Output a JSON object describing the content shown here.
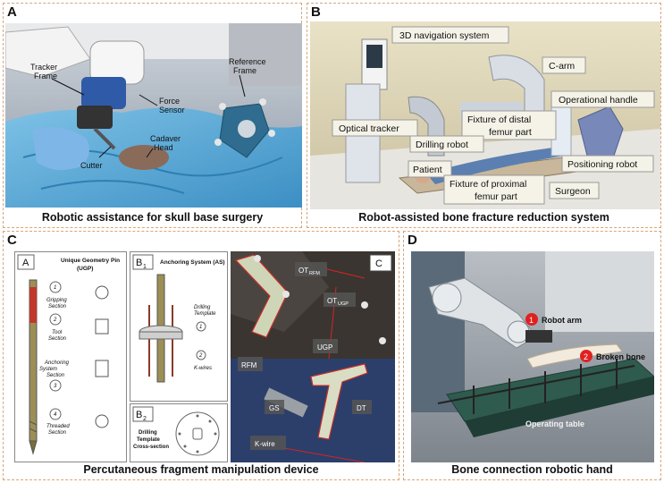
{
  "panels": {
    "a": {
      "letter": "A",
      "caption": "Robotic assistance for skull base surgery",
      "labels": {
        "tracker_frame_1": "Tracker",
        "tracker_frame_2": "Frame",
        "force_1": "Force",
        "force_2": "Sensor",
        "reference_1": "Reference",
        "reference_2": "Frame",
        "cutter": "Cutter",
        "cadaver_1": "Cadaver",
        "cadaver_2": "Head"
      }
    },
    "b": {
      "letter": "B",
      "caption": "Robot-assisted bone fracture reduction system",
      "labels": {
        "nav": "3D navigation system",
        "carm": "C-arm",
        "handle": "Operational handle",
        "tracker": "Optical tracker",
        "distal_1": "Fixture of distal",
        "distal_2": "femur part",
        "drilling": "Drilling robot",
        "patient": "Patient",
        "positioning": "Positioning robot",
        "proximal_1": "Fixture of proximal",
        "proximal_2": "femur part",
        "surgeon": "Surgeon"
      }
    },
    "c": {
      "letter": "C",
      "caption": "Percutaneous fragment manipulation device",
      "sub_a": {
        "letter": "A",
        "title_1": "Unique Geometry Pin",
        "title_2": "(UGP)",
        "sections": [
          {
            "num": "1",
            "line1": "Gripping",
            "line2": "Section",
            "line3": ""
          },
          {
            "num": "2",
            "line1": "Tool",
            "line2": "Section",
            "line3": ""
          },
          {
            "num": "3",
            "line1": "Anchoring",
            "line2": "System",
            "line3": "Section"
          },
          {
            "num": "4",
            "line1": "Threaded",
            "line2": "Section",
            "line3": ""
          }
        ]
      },
      "sub_b1": {
        "letter": "B",
        "sub": "1",
        "title": "Anchoring System (AS)",
        "item1_num": "1",
        "item1_1": "Drilling",
        "item1_2": "Template",
        "item2_num": "2",
        "item2_1": "K-wires"
      },
      "sub_b2": {
        "letter": "B",
        "sub": "2",
        "title_1": "Drilling",
        "title_2": "Template",
        "title_3": "Cross-section"
      },
      "sub_c": {
        "letter": "C",
        "labels": {
          "ot_rfm": "OT",
          "ot_rfm_sub": "RFM",
          "ot_ugp": "OT",
          "ot_ugp_sub": "UGP",
          "ugp": "UGP",
          "rfm": "RFM",
          "gs": "GS",
          "dt": "DT",
          "kwire": "K-wire"
        }
      }
    },
    "d": {
      "letter": "D",
      "caption": "Bone connection robotic hand",
      "labels": [
        {
          "num": "1",
          "text": "Robot arm"
        },
        {
          "num": "2",
          "text": "Broken bone"
        }
      ],
      "table": "Operating table"
    }
  }
}
